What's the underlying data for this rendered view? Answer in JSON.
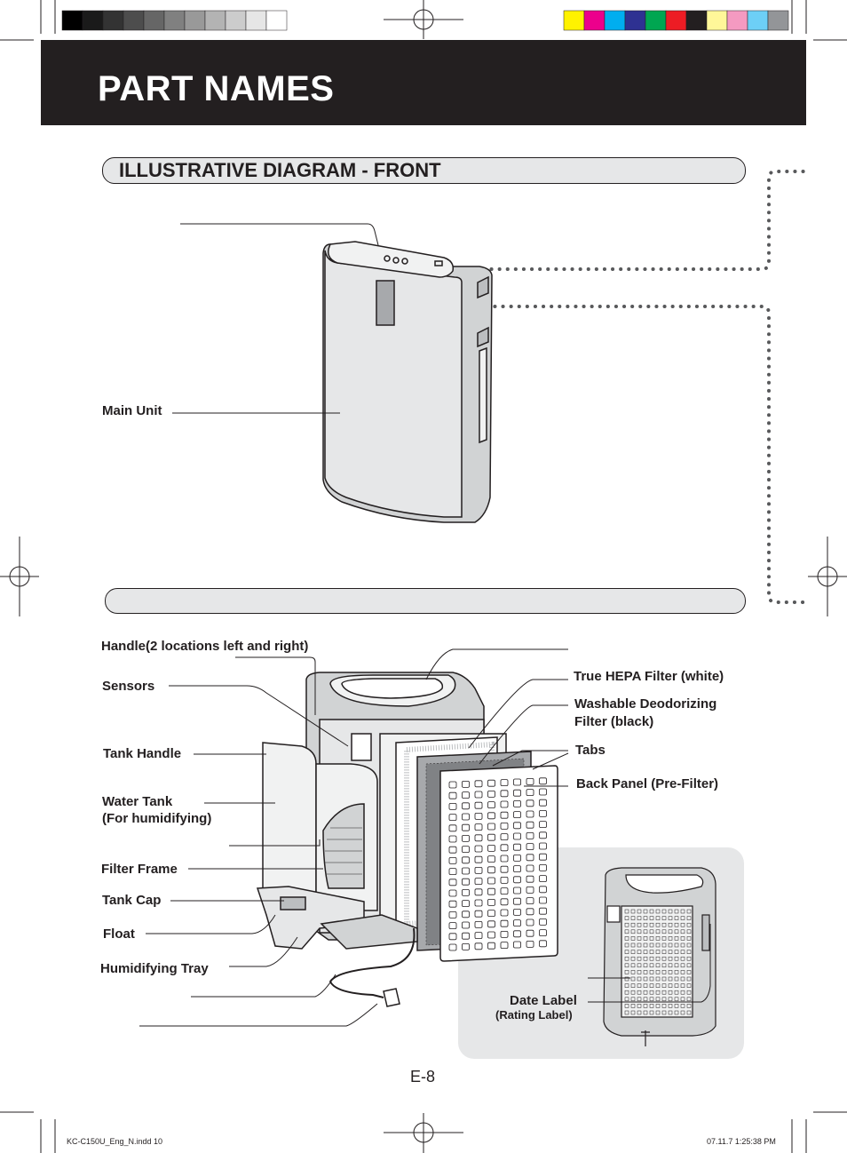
{
  "page": {
    "title": "PART NAMES",
    "page_number": "E-8",
    "footer_file": "KC-C150U_Eng_N.indd   10",
    "footer_date": "07.11.7   1:25:38 PM"
  },
  "section_front": {
    "title": "ILLUSTRATIVE DIAGRAM - FRONT",
    "labels": {
      "main_unit": "Main Unit"
    }
  },
  "section_parts": {
    "title": "",
    "labels": {
      "handle": "Handle(2 locations left and right)",
      "sensors": "Sensors",
      "tank_handle": "Tank Handle",
      "water_tank": "Water Tank",
      "water_tank_sub": "(For humidifying)",
      "filter_frame": "Filter Frame",
      "tank_cap": "Tank Cap",
      "float": "Float",
      "humidifying_tray": "Humidifying Tray",
      "hepa_filter": "True HEPA Filter (white)",
      "deodorizing_filter_1": "Washable Deodorizing",
      "deodorizing_filter_2": "Filter (black)",
      "tabs": "Tabs",
      "back_panel": "Back Panel (Pre-Filter)",
      "date_label": "Date Label",
      "rating_label": "(Rating Label)"
    }
  },
  "colors": {
    "header_bg": "#231f20",
    "section_bg": "#e6e7e8",
    "inset_bg": "#e6e7e8",
    "color_bar": [
      "#fff200",
      "#ec008c",
      "#00aeef",
      "#2e3192",
      "#00a651",
      "#ed1c24",
      "#231f20",
      "#fff799",
      "#f49ac1",
      "#6dcff6",
      "#939598"
    ],
    "gray_bar": [
      "#000000",
      "#1a1a1a",
      "#333333",
      "#4d4d4d",
      "#666666",
      "#808080",
      "#999999",
      "#b3b3b3",
      "#cccccc",
      "#e6e6e6",
      "#ffffff"
    ]
  },
  "icons": {
    "registration_marks": "crosshair-icon",
    "crop_marks": "crop-mark-icon"
  }
}
